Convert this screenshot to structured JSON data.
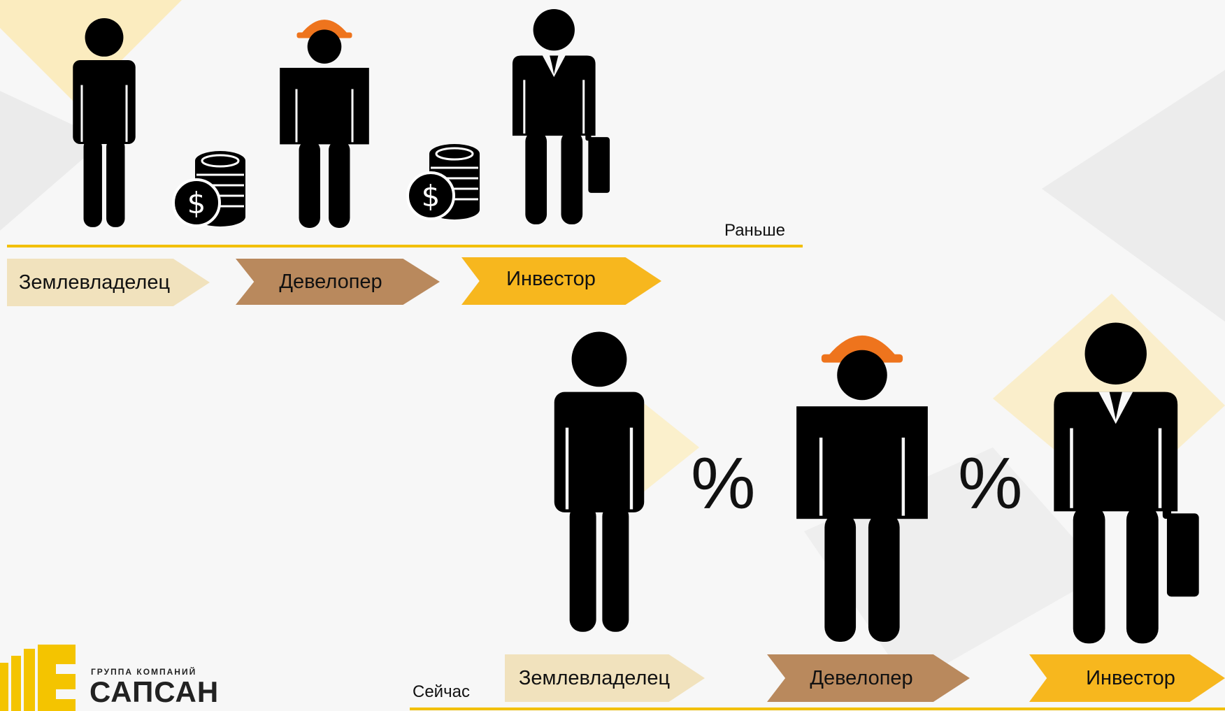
{
  "colors": {
    "accent_line": "#f2c000",
    "helmet": "#ee741d",
    "landowner_arrow": "#f1e2bd",
    "developer_arrow": "#b9895d",
    "investor_arrow": "#f7b71e",
    "figure": "#000000"
  },
  "before": {
    "caption": "Раньше",
    "roles": [
      {
        "label": "Землевладелец"
      },
      {
        "label": "Девелопер"
      },
      {
        "label": "Инвестор"
      }
    ],
    "between_icon": "coin-stack-icon"
  },
  "now": {
    "caption": "Сейчас",
    "roles": [
      {
        "label": "Землевладелец"
      },
      {
        "label": "Девелопер"
      },
      {
        "label": "Инвестор"
      }
    ],
    "between_symbol": "%"
  },
  "logo": {
    "subtitle": "ГРУППА КОМПАНИЙ",
    "name": "САПСАН"
  }
}
